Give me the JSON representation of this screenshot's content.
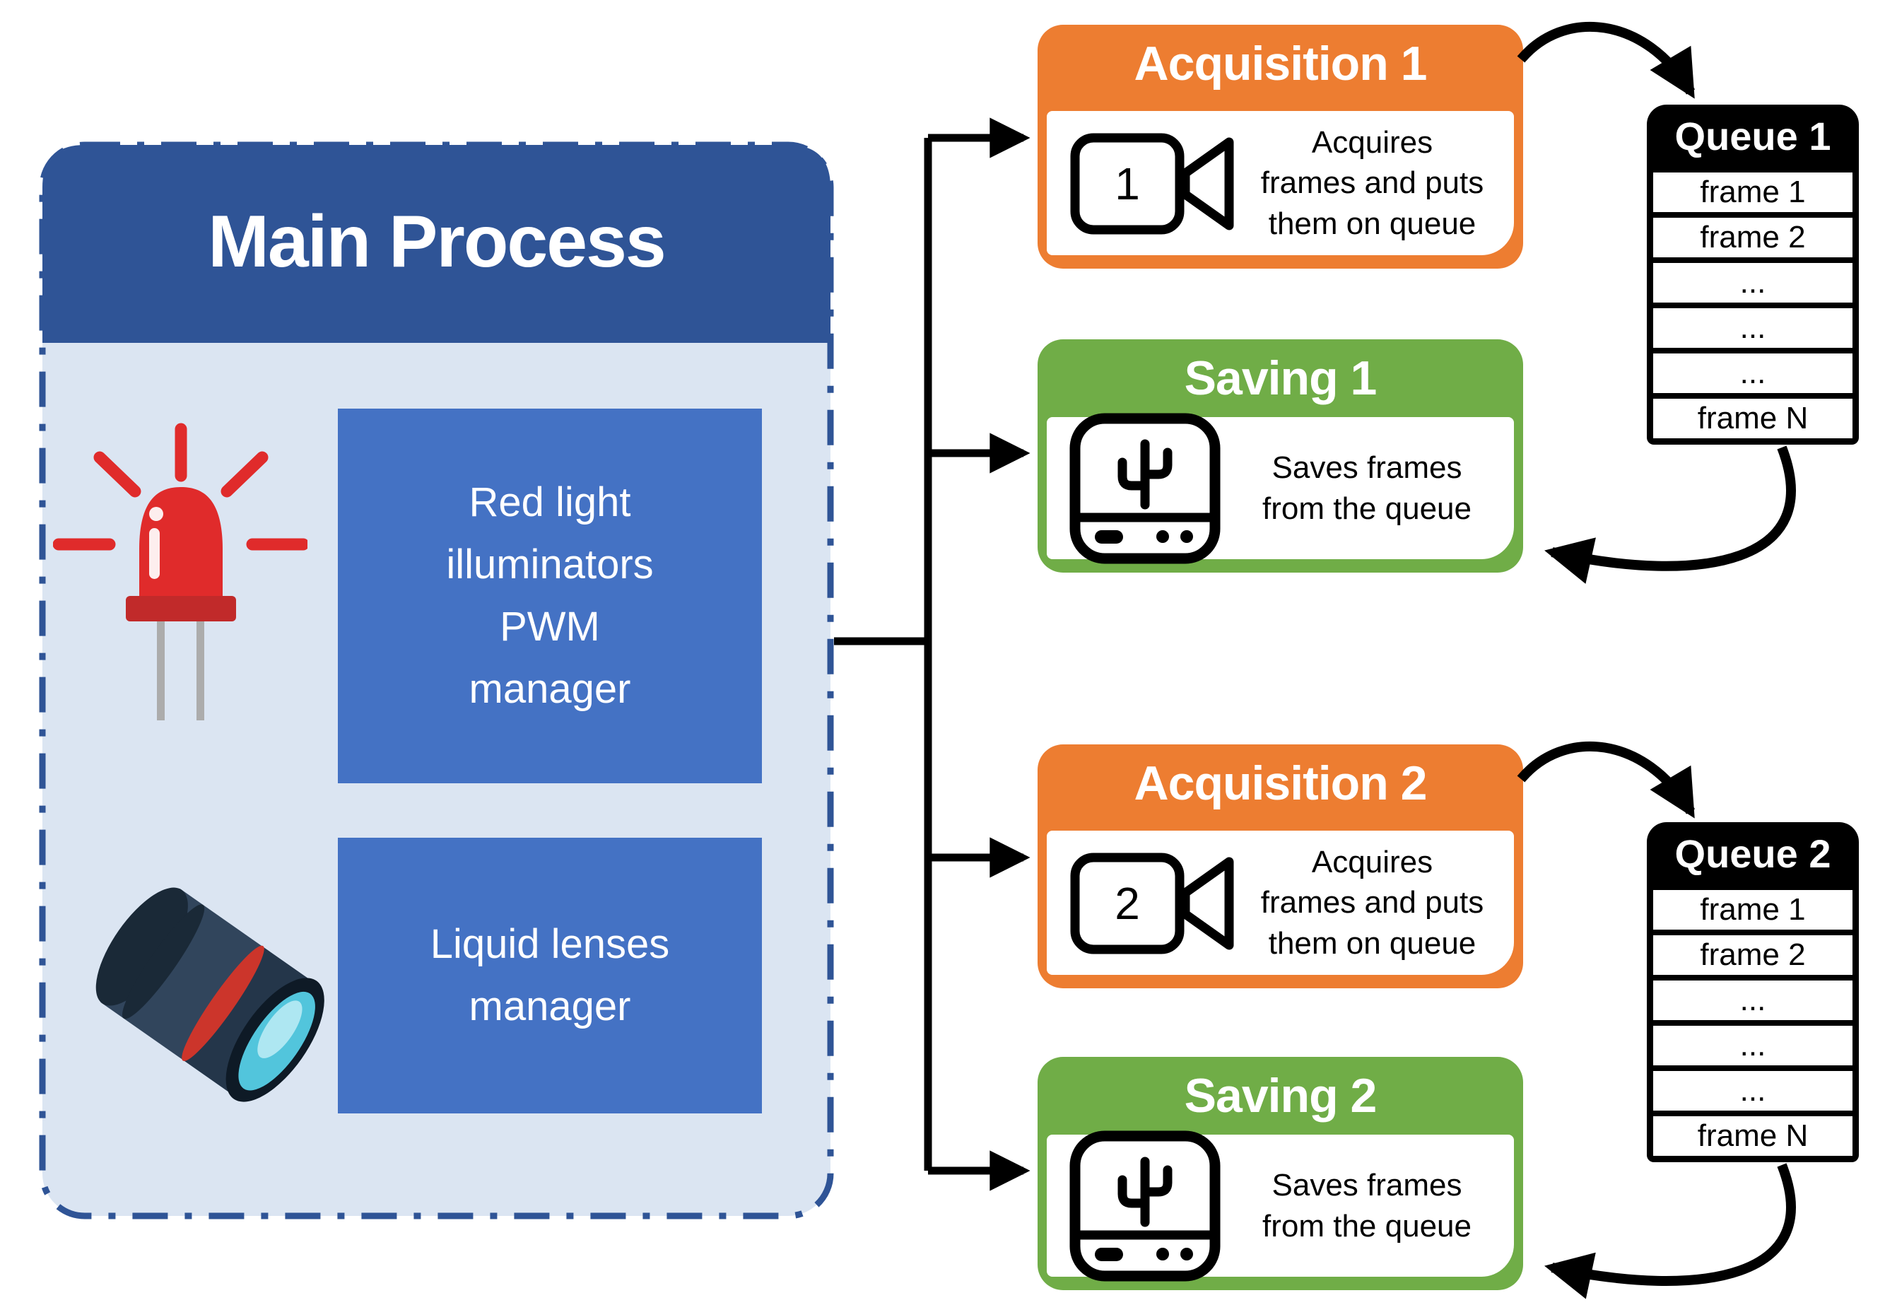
{
  "main_process": {
    "title": "Main Process",
    "manager_boxes": [
      {
        "label": "Red light\nilluminators\nPWM\nmanager"
      },
      {
        "label": "Liquid lenses\nmanager"
      }
    ]
  },
  "pipeline1": {
    "acquisition": {
      "title": "Acquisition 1",
      "camera_number": "1",
      "description": "Acquires\nframes and puts\nthem on queue"
    },
    "saving": {
      "title": "Saving 1",
      "description": "Saves frames\nfrom the queue"
    },
    "queue": {
      "title": "Queue 1",
      "rows": [
        "frame 1",
        "frame 2",
        "...",
        "...",
        "...",
        "frame N"
      ]
    }
  },
  "pipeline2": {
    "acquisition": {
      "title": "Acquisition 2",
      "camera_number": "2",
      "description": "Acquires\nframes and puts\nthem on queue"
    },
    "saving": {
      "title": "Saving 2",
      "description": "Saves frames\nfrom the queue"
    },
    "queue": {
      "title": "Queue 2",
      "rows": [
        "frame 1",
        "frame 2",
        "...",
        "...",
        "...",
        "frame N"
      ]
    }
  },
  "icons": {
    "led": "red-led-icon",
    "lens": "camera-lens-icon",
    "camera": "video-camera-icon",
    "drive": "hard-drive-icon"
  },
  "colors": {
    "main_header_blue": "#2F5496",
    "main_body_blue": "#DBE5F2",
    "manager_blue": "#4472C4",
    "acquisition_orange": "#ED7D31",
    "saving_green": "#70AD47",
    "queue_black": "#000000",
    "arrow_black": "#000000",
    "led_red": "#E02B2B",
    "lens_cyan": "#52C5DC"
  }
}
